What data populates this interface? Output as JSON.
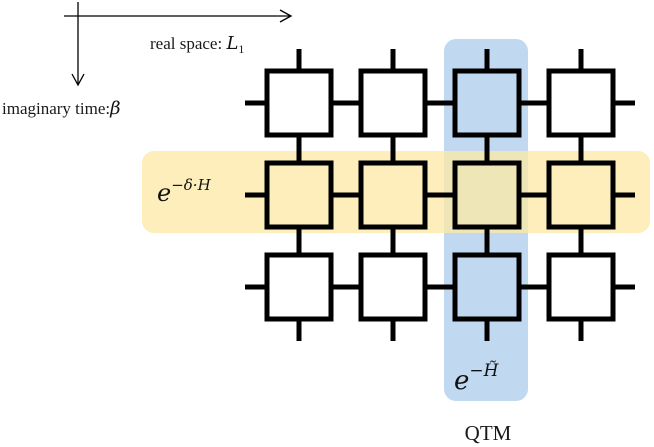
{
  "axes": {
    "x_label": "real space: ",
    "x_var": "L",
    "x_sub": "1",
    "y_label": "imaginary time:",
    "y_var": "β"
  },
  "bands": {
    "row_operator_base": "e",
    "row_operator_exp": "−δ·H",
    "column_operator_base": "e",
    "column_operator_exp": "−H̃",
    "column_caption": "QTM"
  },
  "colors": {
    "row_band": "#fde9a8",
    "column_band": "#a9c9ec",
    "tensor_stroke": "#000000"
  },
  "grid": {
    "rows": 3,
    "cols": 4,
    "highlight_row": 2,
    "highlight_col": 3
  }
}
